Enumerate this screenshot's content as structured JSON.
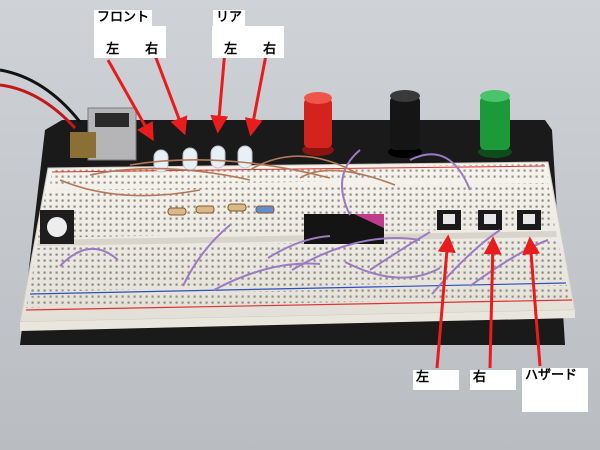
{
  "labels": {
    "front": "フロント",
    "front_left": "左",
    "front_right": "右",
    "rear": "リア",
    "rear_left": "左",
    "rear_right": "右",
    "btn_left": "左",
    "btn_right": "右",
    "btn_hazard": "ハザード"
  },
  "colors": {
    "background": "#c6c9cd",
    "base_plate": "#1a1a1a",
    "breadboard": "#f2f0ea",
    "arrow": "#e81c1c",
    "post_red": "#d4231c",
    "post_black": "#111111",
    "post_green": "#1c9a3a",
    "wire": "#9b7bc4"
  },
  "icons": [
    "red-arrow-icon",
    "led-icon",
    "push-button-icon",
    "binding-post-icon"
  ]
}
